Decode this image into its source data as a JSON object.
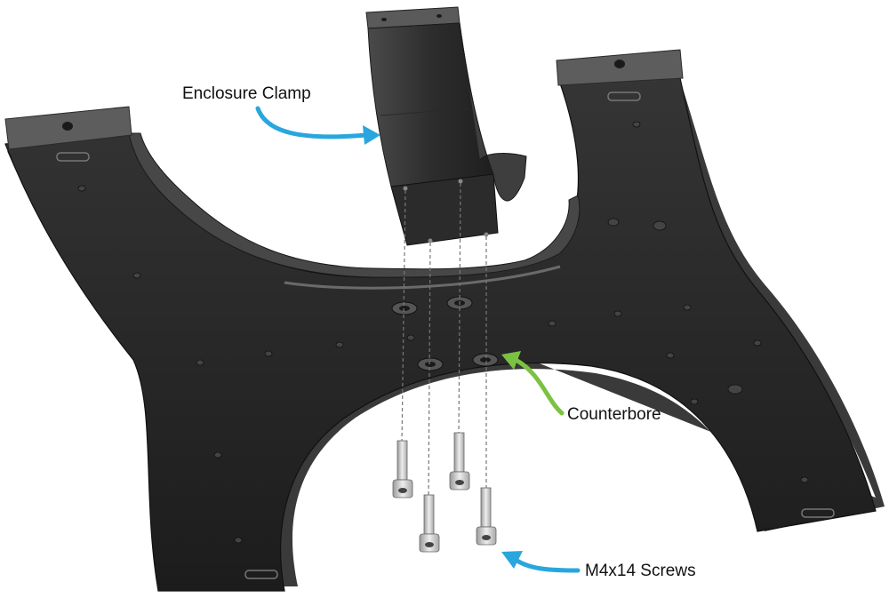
{
  "labels": {
    "clamp": "Enclosure Clamp",
    "counterbore": "Counterbore",
    "screws": "M4x14 Screws"
  },
  "colors": {
    "part_body": "#262626",
    "part_edge": "#3d3d3d",
    "part_top_face": "#5c5c5c",
    "arrow_blue": "#2aa6de",
    "arrow_green": "#7cc242",
    "screw": "#cfcfcf",
    "label_text": "#111111"
  },
  "icons": {
    "arrow_clamp": "curved-arrow-right",
    "arrow_counterbore": "curved-arrow-up-left",
    "arrow_screws": "curved-arrow-up-left"
  }
}
